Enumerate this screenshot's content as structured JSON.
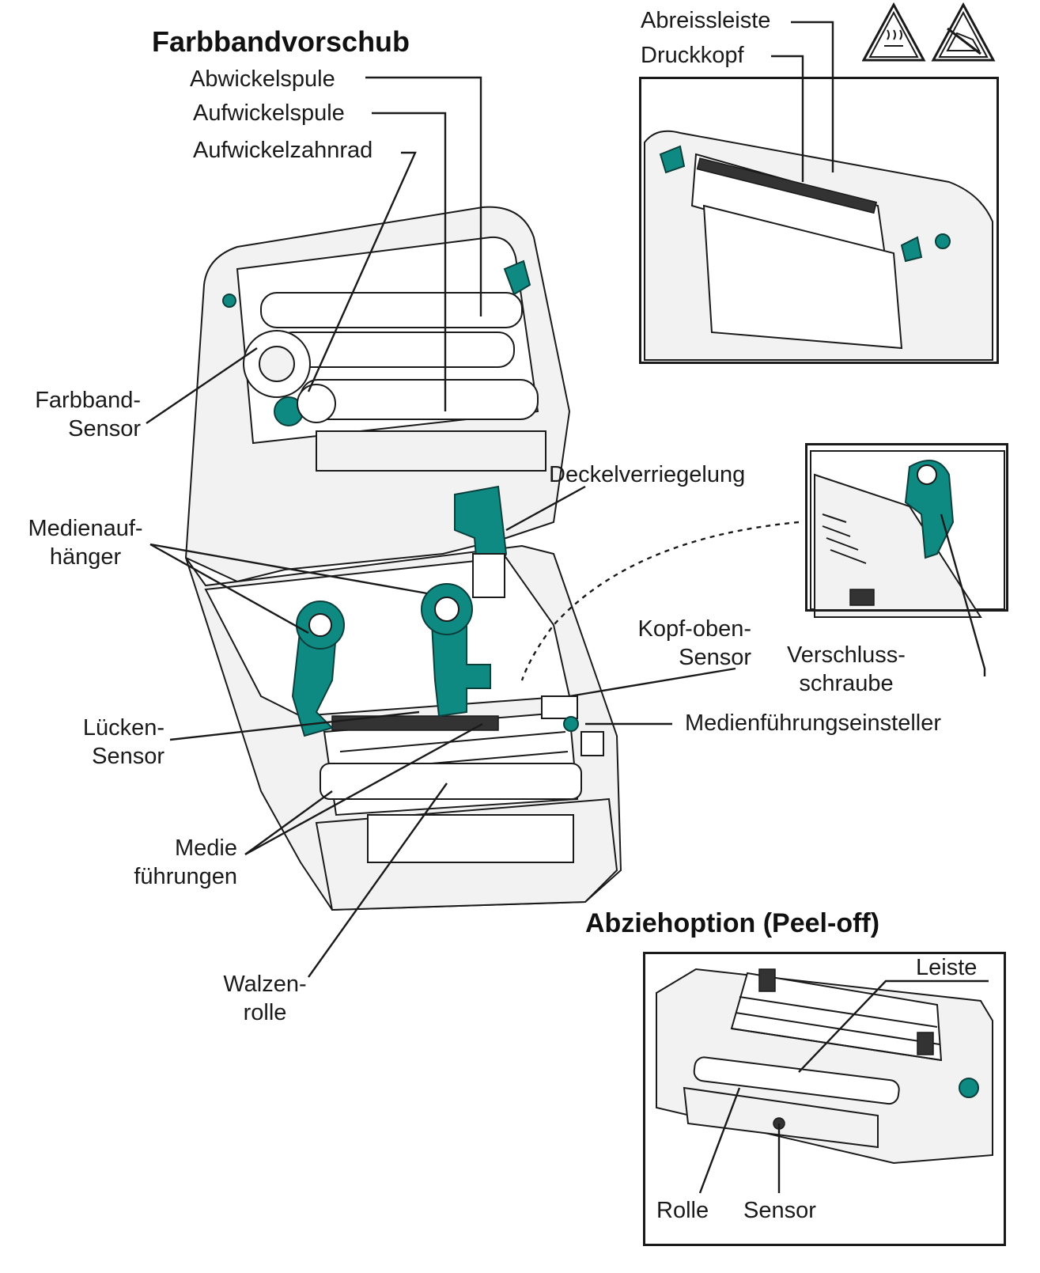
{
  "titles": {
    "ribbon_feed": "Farbbandvorschub",
    "peel_option": "Abziehoption (Peel-off)"
  },
  "labels": {
    "abwickelspule": "Abwickelspule",
    "aufwickelspule": "Aufwickelspule",
    "aufwickelzahnrad": "Aufwickelzahnrad",
    "abreissleiste": "Abreissleiste",
    "druckkopf": "Druckkopf",
    "farbband_sensor_1": "Farbband-",
    "farbband_sensor_2": "Sensor",
    "deckelverriegelung": "Deckelverriegelung",
    "medienaufhaenger_1": "Medienauf-",
    "medienaufhaenger_2": "hänger",
    "kopf_oben_sensor_1": "Kopf-oben-",
    "kopf_oben_sensor_2": "Sensor",
    "verschlussschraube_1": "Verschluss-",
    "verschlussschraube_2": "schraube",
    "luecken_sensor_1": "Lücken-",
    "luecken_sensor_2": "Sensor",
    "medienfuehrungseinsteller": "Medienführungseinsteller",
    "medie_fuehrungen_1": "Medie",
    "medie_fuehrungen_2": "führungen",
    "walzenrolle_1": "Walzen-",
    "walzenrolle_2": "rolle",
    "leiste": "Leiste",
    "rolle": "Rolle",
    "sensor": "Sensor"
  },
  "icons": [
    "hot-surface-warning-icon",
    "esd-caution-icon"
  ],
  "colors": {
    "accent": "#0f8a82",
    "ink": "#1a1a1a"
  }
}
